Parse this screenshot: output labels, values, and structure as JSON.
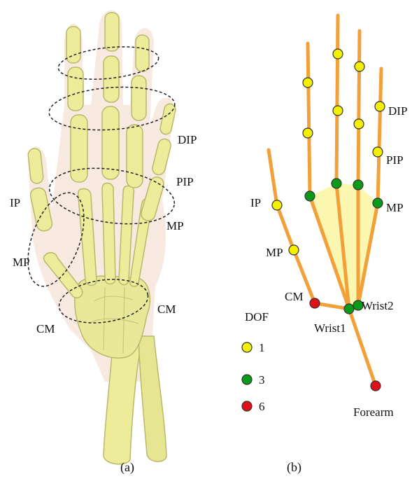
{
  "panel_a": {
    "labels": {
      "dip": "DIP",
      "pip": "PIP",
      "mp_right": "MP",
      "ip": "IP",
      "mp_thumb": "MP",
      "cm_left": "CM",
      "cm_right": "CM"
    },
    "caption": "(a)"
  },
  "panel_b": {
    "labels": {
      "dip": "DIP",
      "pip": "PIP",
      "mp_right": "MP",
      "ip": "IP",
      "mp_thumb": "MP",
      "cm": "CM",
      "wrist1": "Wrist1",
      "wrist2": "Wrist2",
      "forearm": "Forearm"
    },
    "legend": {
      "title": "DOF",
      "items": [
        {
          "label": "1",
          "color": "#f5f000"
        },
        {
          "label": "3",
          "color": "#0a9a1a"
        },
        {
          "label": "6",
          "color": "#e0101a"
        }
      ]
    },
    "caption": "(b)"
  },
  "colors": {
    "bone": "#ecec9a",
    "skin": "#f3d9c6",
    "link": "#f2a03a",
    "palm": "#fbf6a8"
  }
}
